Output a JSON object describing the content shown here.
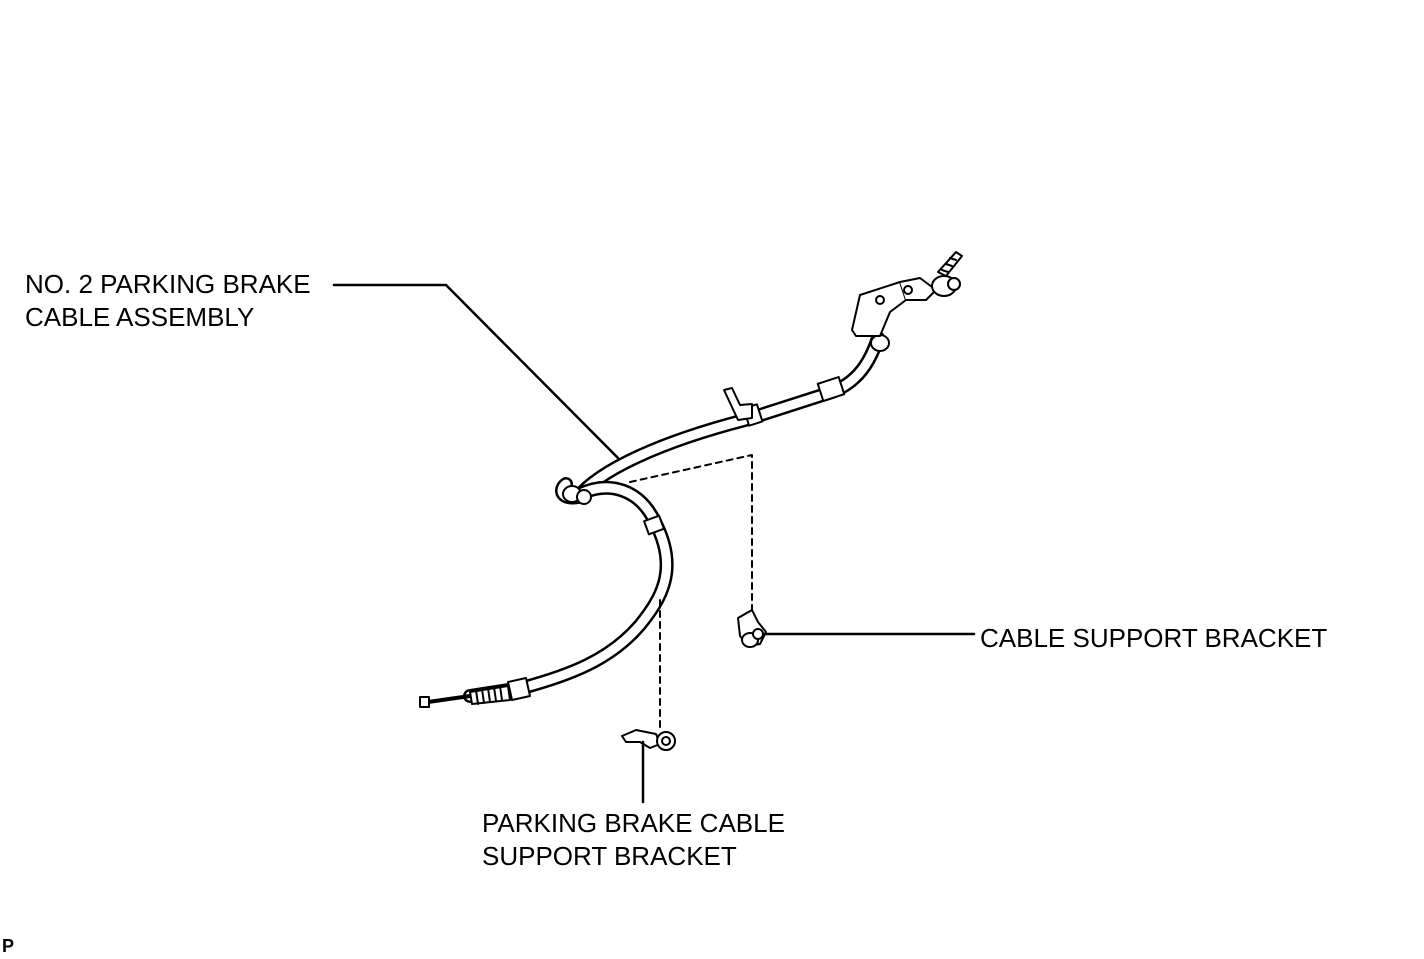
{
  "labels": {
    "cable_assembly": {
      "line1": "NO. 2 PARKING BRAKE",
      "line2": "CABLE ASSEMBLY"
    },
    "cable_support_bracket": "CABLE SUPPORT BRACKET",
    "pb_cable_support_bracket": {
      "line1": "PARKING BRAKE CABLE",
      "line2": "SUPPORT BRACKET"
    },
    "figure_code": "P"
  },
  "colors": {
    "ink": "#000000",
    "background": "#ffffff"
  }
}
